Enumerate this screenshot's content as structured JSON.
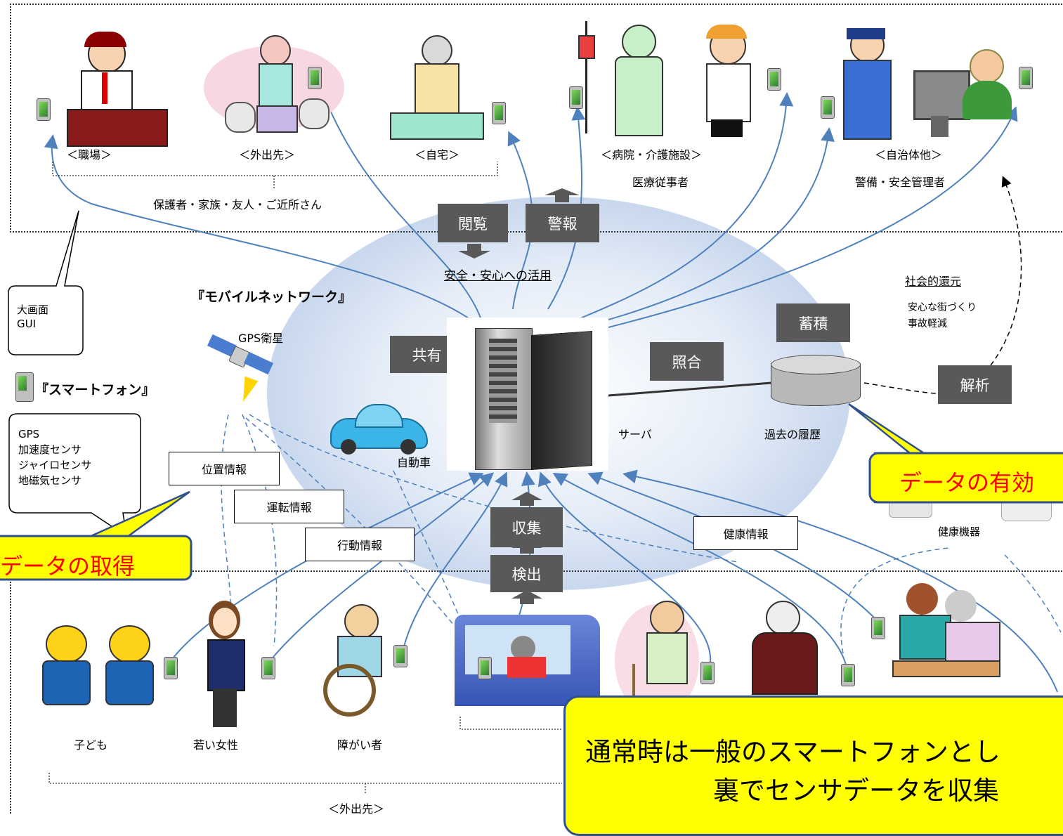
{
  "places_top": {
    "workplace": "＜職場＞",
    "outing": "＜外出先＞",
    "home": "＜自宅＞",
    "hospital": "＜病院・介護施設＞",
    "municipality": "＜自治体他＞"
  },
  "groups_top": {
    "guardians": "保護者・家族・友人・ご近所さん",
    "medical": "医療従事者",
    "security": "警備・安全管理者"
  },
  "actions": {
    "browse": "閲覧",
    "alert": "警報",
    "share": "共有",
    "accumulate": "蓄積",
    "match": "照合",
    "analyze": "解析",
    "collect": "収集",
    "detect": "検出"
  },
  "center": {
    "use_label": "安全・安心への活用",
    "network_title": "『モバイルネットワーク』",
    "gps_satellite": "GPS衛星",
    "car": "自動車",
    "server": "サーバ",
    "history": "過去の履歴",
    "health_device": "健康機器"
  },
  "social": {
    "title": "社会的還元",
    "line1": "安心な街づくり",
    "line2": "事故軽減"
  },
  "left_panel": {
    "bigscreen_line1": "大画面",
    "bigscreen_line2": "GUI",
    "smartphone_title": "『スマートフォン』",
    "sensors_line1": "GPS",
    "sensors_line2": "加速度センサ",
    "sensors_line3": "ジャイロセンサ",
    "sensors_line4": "地磁気センサ"
  },
  "info_boxes": {
    "position": "位置情報",
    "driving": "運転情報",
    "behavior": "行動情報",
    "health": "健康情報"
  },
  "callouts": {
    "acquire": "データの取得",
    "effective": "データの有効",
    "main_line1": "通常時は一般のスマートフォンとし",
    "main_line2": "裏でセンサデータを収集"
  },
  "people_bottom": {
    "child": "子ども",
    "young_woman": "若い女性",
    "disabled": "障がい者",
    "outing": "＜外出先＞"
  },
  "colors": {
    "arrow_blue": "#4f81bd",
    "action_gray": "#595959",
    "callout_yellow": "#ffff00",
    "callout_red": "#ff0000",
    "glow_blue": "#b7cbe8"
  }
}
